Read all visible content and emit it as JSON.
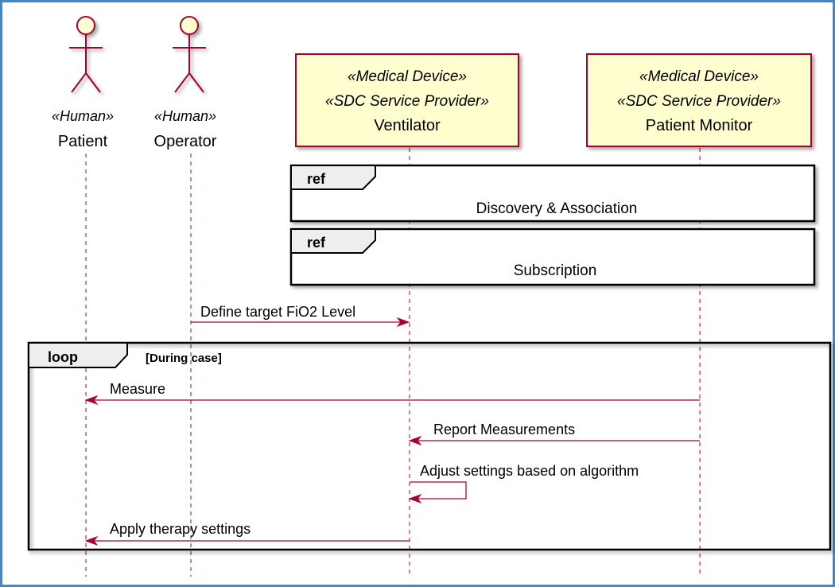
{
  "participants": {
    "patient": {
      "stereotype": "«Human»",
      "name": "Patient"
    },
    "operator": {
      "stereotype": "«Human»",
      "name": "Operator"
    },
    "ventilator": {
      "stereotype1": "«Medical Device»",
      "stereotype2": "«SDC Service Provider»",
      "name": "Ventilator"
    },
    "monitor": {
      "stereotype1": "«Medical Device»",
      "stereotype2": "«SDC Service Provider»",
      "name": "Patient Monitor"
    }
  },
  "refs": [
    {
      "tag": "ref",
      "label": "Discovery & Association"
    },
    {
      "tag": "ref",
      "label": "Subscription"
    }
  ],
  "messages": {
    "define": "Define target FiO2 Level",
    "measure": "Measure",
    "report": "Report Measurements",
    "adjust": "Adjust settings based on algorithm",
    "apply": "Apply therapy settings"
  },
  "loop": {
    "tag": "loop",
    "guard": "[During case]"
  },
  "colors": {
    "frame_border": "#4a86c5",
    "participant_fill": "#fefece",
    "participant_border": "#a80036",
    "arrow": "#a80036",
    "lifeline": "#a80036"
  }
}
